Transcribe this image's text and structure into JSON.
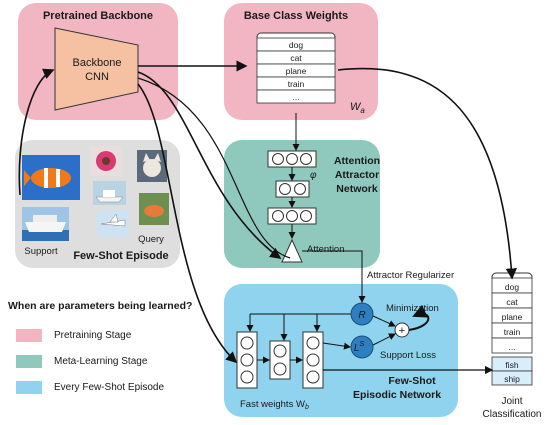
{
  "colors": {
    "pretrain": "#f2b6c3",
    "meta": "#8fc9be",
    "episode": "#8fd3ee",
    "cnn": "#f6c0a3",
    "gray": "#dedede"
  },
  "pretrained": {
    "title": "Pretrained Backbone",
    "cnn_label_1": "Backbone",
    "cnn_label_2": "CNN"
  },
  "base_weights": {
    "title": "Base Class Weights",
    "classes": [
      "dog",
      "cat",
      "plane",
      "train",
      "..."
    ],
    "weight_sym": "W",
    "weight_sub": "a"
  },
  "attention": {
    "title_1": "Attention",
    "title_2": "Attractor",
    "title_3": "Network",
    "phi": "φ",
    "node_label": "Attention"
  },
  "episode": {
    "title": "Few-Shot Episode",
    "support": "Support",
    "query": "Query"
  },
  "regularizer_label": "Attractor Regularizer",
  "fewshot": {
    "title_1": "Few-Shot",
    "title_2": "Episodic Network",
    "R": "R",
    "LS": "L",
    "LS_sup": "S",
    "plus": "+",
    "minimization": "Minimization",
    "support_loss": "Support Loss",
    "fast_weights": "Fast weights W",
    "fast_weights_sub": "b"
  },
  "joint": {
    "classes": [
      "dog",
      "cat",
      "plane",
      "train",
      "..."
    ],
    "novel": [
      "fish",
      "ship"
    ],
    "label_1": "Joint",
    "label_2": "Classification"
  },
  "legend": {
    "title": "When are parameters being learned?",
    "items": [
      "Pretraining Stage",
      "Meta-Learning Stage",
      "Every Few-Shot Episode"
    ]
  }
}
